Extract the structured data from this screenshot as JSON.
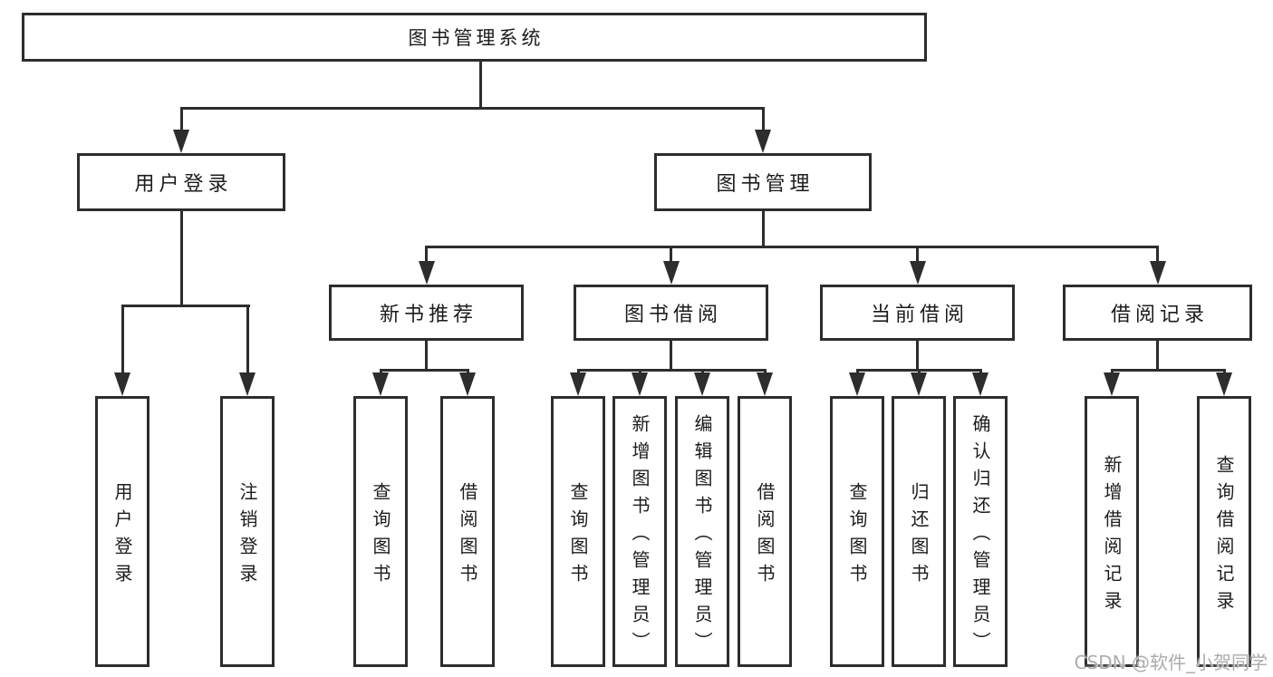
{
  "tree": {
    "label": "图书管理系统",
    "children": [
      {
        "label": "用户登录",
        "children": [
          {
            "label": "用户登录"
          },
          {
            "label": "注销登录"
          }
        ]
      },
      {
        "label": "图书管理",
        "children": [
          {
            "label": "新书推荐",
            "children": [
              {
                "label": "查询图书"
              },
              {
                "label": "借阅图书"
              }
            ]
          },
          {
            "label": "图书借阅",
            "children": [
              {
                "label": "查询图书"
              },
              {
                "label": "新增图书（管理员）"
              },
              {
                "label": "编辑图书（管理员）"
              },
              {
                "label": "借阅图书"
              }
            ]
          },
          {
            "label": "当前借阅",
            "children": [
              {
                "label": "查询图书"
              },
              {
                "label": "归还图书"
              },
              {
                "label": "确认归还（管理员）"
              }
            ]
          },
          {
            "label": "借阅记录",
            "children": [
              {
                "label": "新增借阅记录"
              },
              {
                "label": "查询借阅记录"
              }
            ]
          }
        ]
      }
    ]
  },
  "watermark": {
    "text": "CSDN @软件_小贺同学"
  },
  "colors": {
    "line": "#2d2d2d",
    "text": "#1c1c1c",
    "bg": "#ffffff",
    "watermark": "#acacac"
  }
}
